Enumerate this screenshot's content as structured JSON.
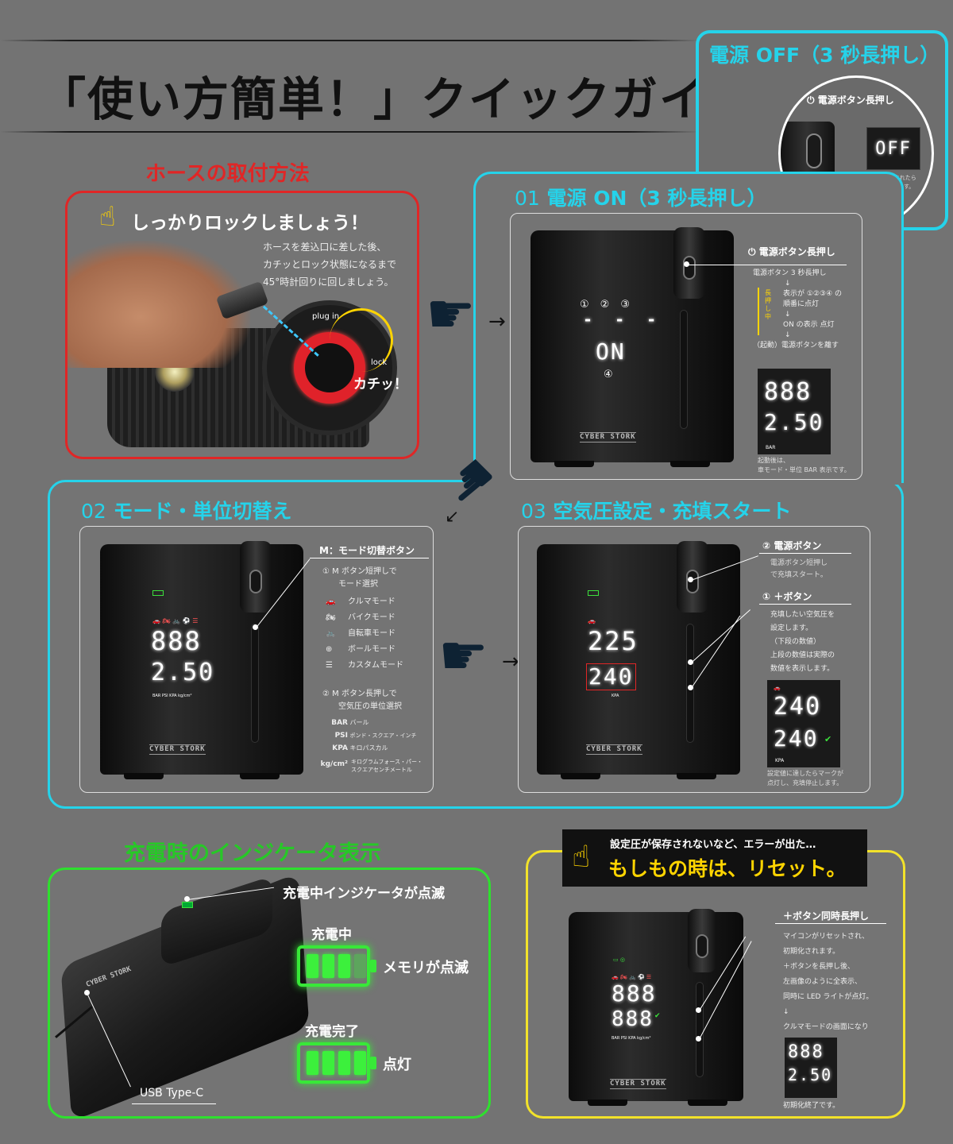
{
  "title": "「使い方簡単！」クイックガイド",
  "hose": {
    "heading": "ホースの取付方法",
    "lock_title": "しっかりロックしましょう！",
    "desc": [
      "ホースを差込口に差した後、",
      "カチッとロック状態になるまで",
      "45°時計回りに回しましょう。"
    ],
    "plug_in": "plug in",
    "lock": "lock",
    "click": "カチッ！"
  },
  "power_off": {
    "heading": "電源 OFF（3 秒長押し）",
    "label": "電源ボタン長押し",
    "display": "OFF",
    "note": [
      "OFF 表示がされたら",
      "ボタンを離します。"
    ]
  },
  "step1": {
    "num": "01",
    "heading": "電源 ON（3 秒長押し）",
    "label": "電源ボタン長押し",
    "notes": [
      "電源ボタン 3 秒長押し",
      "↓",
      "表示が ①②③④ の",
      "順番に点灯",
      "↓",
      "ON の表示 点灯",
      "↓"
    ],
    "start_note": "（起動）電源ボタンを離す",
    "side": "長押し中",
    "circles": [
      "①",
      "②",
      "③"
    ],
    "circle4": "④",
    "dashes": "- - -",
    "on": "ON",
    "top_value": "888",
    "bottom_value": "2.50",
    "unit": "BAR",
    "caption": [
      "起動後は、",
      "車モード・単位 BAR 表示です。"
    ]
  },
  "step2": {
    "num": "02",
    "heading": "モード・単位切替え",
    "label": "M：モード切替ボタン",
    "mode_title": [
      "① M ボタン短押しで",
      "モード選択"
    ],
    "modes": [
      "クルマモード",
      "バイクモード",
      "自転車モード",
      "ボールモード",
      "カスタムモード"
    ],
    "unit_title": [
      "② M ボタン長押しで",
      "空気圧の単位選択"
    ],
    "units": [
      {
        "code": "BAR",
        "name": "バール"
      },
      {
        "code": "PSI",
        "name": "ポンド・スクエア・インチ"
      },
      {
        "code": "KPA",
        "name": "キロパスカル"
      },
      {
        "code": "kg/cm²",
        "name": "キログラムフォース・パー・スクエアセンチメートル"
      }
    ],
    "top_value": "888",
    "bottom_value": "2.50",
    "unit_row": "BAR PSI KPA kg/cm²"
  },
  "step3": {
    "num": "03",
    "heading": "空気圧設定・充填スタート",
    "power_label": "② 電源ボタン",
    "power_note": [
      "電源ボタン短押し",
      "で充填スタート。"
    ],
    "plus_label": "① ＋ボタン",
    "plus_note": [
      "充填したい空気圧を",
      "設定します。",
      "（下段の数値）",
      "上段の数値は実際の",
      "数値を表示します。"
    ],
    "top_value": "225",
    "bottom_value": "240",
    "unit": "KPA",
    "done_top": "240",
    "done_bottom": "240",
    "caption": [
      "設定値に達したらマークが",
      "点灯し、充填停止します。"
    ]
  },
  "charging": {
    "heading": "充電時のインジケータ表示",
    "indicator": "充電中インジケータが点滅",
    "charging_label": "充電中",
    "charging_desc": "メモリが点滅",
    "full_label": "充電完了",
    "full_desc": "点灯",
    "usb": "USB Type-C"
  },
  "reset": {
    "sub": "設定圧が保存されないなど、エラーが出た…",
    "heading": "もしもの時は、リセット。",
    "label": "＋ボタン同時長押し",
    "notes": [
      "マイコンがリセットされ、",
      "初期化されます。",
      "＋ボタンを長押し後、",
      "左画像のように全表示、",
      "同時に LED ライトが点灯。",
      "↓",
      "クルマモードの画面になり"
    ],
    "final": "初期化終了です。",
    "top_value": "888",
    "mid_value": "888",
    "bottom_value": "2.50"
  },
  "brand": "CYBER STORK"
}
